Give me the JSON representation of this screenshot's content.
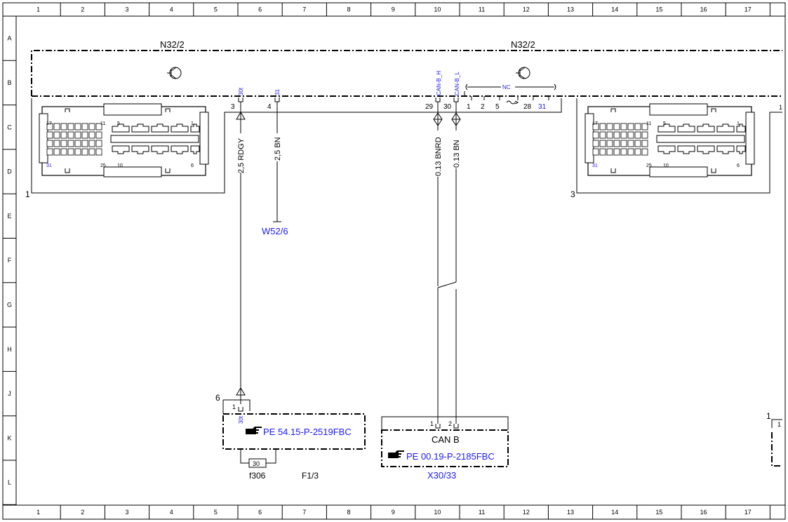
{
  "grid": {
    "columns": [
      "1",
      "2",
      "3",
      "4",
      "5",
      "6",
      "7",
      "8",
      "9",
      "10",
      "11",
      "12",
      "13",
      "14",
      "15",
      "16",
      "17"
    ],
    "rows": [
      "A",
      "B",
      "C",
      "D",
      "E",
      "F",
      "G",
      "H",
      "J",
      "K",
      "L"
    ]
  },
  "components": {
    "left_module": "N32/2",
    "right_module": "N32/2",
    "left_connector": "1",
    "right_connector": "3",
    "ground_point": "W52/6",
    "fuse_connector": "6",
    "fuse": "f306",
    "fuse_value": "30",
    "fuse_box": "F1/3",
    "can_connector": "X30/33",
    "can_label": "CAN B",
    "edge_connector_label": "1",
    "edge_connector_inner": "1"
  },
  "pins": {
    "p3": "3",
    "p4": "4",
    "p29": "29",
    "p30": "30",
    "p1": "1",
    "p2": "2",
    "p5": "5",
    "p28": "28",
    "p31": "31",
    "fuse_pin": "1",
    "can_pin1": "1",
    "can_pin2": "2",
    "right_connector_pin": "1"
  },
  "signals": {
    "s30t": "30t",
    "s31": "31",
    "can_h": "CAN-B_H",
    "can_l": "CAN-B_L",
    "nc": "NC",
    "fuse_signal": "30t"
  },
  "wires": {
    "rdgy": "2,5 RDGY",
    "bn": "2,5 BN",
    "bnrd": "0.13 BNRD",
    "bn013": "0.13 BN"
  },
  "references": {
    "ref_fuse": "PE 54.15-P-2519FBC",
    "ref_can": "PE 00.19-P-2185FBC"
  },
  "connector_face": {
    "n17": "17",
    "n11": "11",
    "n5": "5",
    "n1": "1",
    "n31": "31",
    "n25": "25",
    "n10": "10",
    "n6": "6"
  },
  "icons": {
    "pointer": "hand-pointer-icon",
    "module": "transistor-icon"
  },
  "colors": {
    "line": "#000000",
    "link_text": "#1a1aff"
  }
}
